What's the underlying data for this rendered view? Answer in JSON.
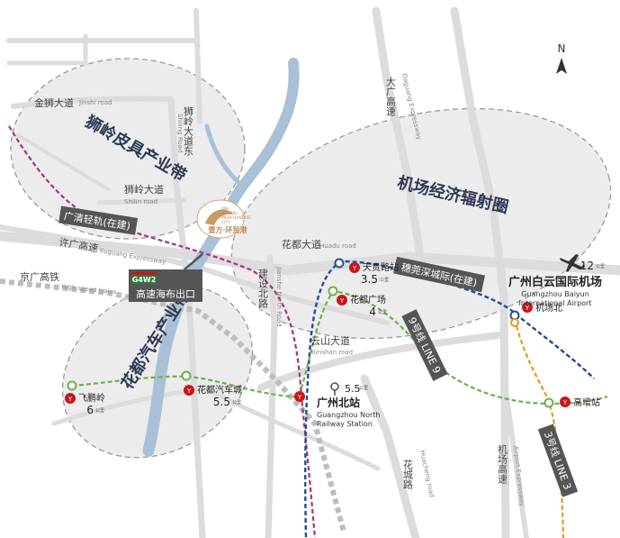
{
  "compass": {
    "label": "N"
  },
  "zones": {
    "shiling": "狮岭皮具产业带",
    "airport_econ": "机场经济辐射圈",
    "huadu_auto": "花都汽车产业带"
  },
  "roads": {
    "jinshi": {
      "cn": "金狮大道",
      "en": "Jinshi road"
    },
    "shiling_east": {
      "cn": "狮岭大道东",
      "en": "Shiling Road"
    },
    "shilin": {
      "cn": "狮岭大道",
      "en": "Shilin road"
    },
    "daguang": {
      "cn": "大广高速",
      "en": "Daguang Expressway"
    },
    "huadu": {
      "cn": "花都大道",
      "en": "Huadu road"
    },
    "xuguang": {
      "cn": "许广高速",
      "en": "Xuguang Expressway"
    },
    "jingguang_rail": {
      "cn": "京广高铁",
      "en": "High speed trains"
    },
    "jianshe_north": {
      "cn": "建设北路",
      "en": "Jianshe North Road"
    },
    "yunshan": {
      "cn": "云山大道",
      "en": "Yunshan road"
    },
    "huacheng": {
      "cn": "花城路",
      "en": "Huacheng road"
    },
    "airport_exp": {
      "cn": "机场高速",
      "en": "Airport Expressway"
    }
  },
  "lines": {
    "guangqing": "广清轻轨(在建)",
    "suiguan": "穗莞深城际(在建)",
    "line9": "9号线 LINE 9",
    "line3": "3号线 LINE 3"
  },
  "exit": {
    "badge": "G4W2",
    "label": "高速海布出口"
  },
  "center": {
    "line1": "UNI",
    "line2": "GLOBAL",
    "line3": "MERCHANDISE",
    "line4": "CITY",
    "cn": "壹方·环贸港"
  },
  "stations": {
    "tiangui": {
      "name": "天贵路站",
      "dist": "3.5",
      "unit": "公里"
    },
    "huadu_square": {
      "name": "花都广场",
      "dist": "4",
      "unit": "公里"
    },
    "feipengling": {
      "name": "飞鹏岭",
      "dist": "6",
      "unit": "公里"
    },
    "qiche_city": {
      "name": "花都汽车城",
      "dist": "5.5",
      "unit": "公里"
    },
    "gz_north": {
      "name": "广州北站",
      "name_en_1": "Guangzhou North",
      "name_en_2": "Railway Station",
      "dist": "5.5",
      "unit": "公里"
    },
    "airport_north": {
      "name": "机场北"
    },
    "gaozeng": {
      "name": "高增站"
    }
  },
  "airport": {
    "dist": "12",
    "unit": "公里",
    "name": "广州白云国际机场",
    "en1": "Guangzhou Baiyun",
    "en2": "International Airport"
  },
  "colors": {
    "zone_fill": "#ececec",
    "road": "#dedede",
    "river": "#a9c0d6",
    "guangqing": "#a8347a",
    "line9": "#224b9a",
    "line3": "#e39a22",
    "green_line": "#6bb14a",
    "station_red": "#c8161d",
    "badge_dark": "#555555",
    "text_dark": "#2d3853"
  }
}
